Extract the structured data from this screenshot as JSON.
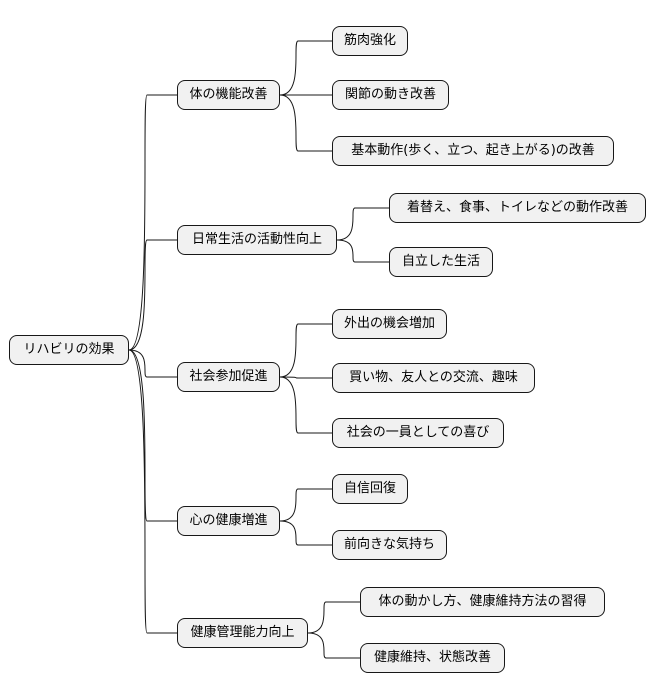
{
  "mindmap": {
    "root": {
      "label": "リハビリの効果"
    },
    "branches": [
      {
        "label": "体の機能改善",
        "children": [
          "筋肉強化",
          "関節の動き改善",
          "基本動作(歩く、立つ、起き上がる)の改善"
        ]
      },
      {
        "label": "日常生活の活動性向上",
        "children": [
          "着替え、食事、トイレなどの動作改善",
          "自立した生活"
        ]
      },
      {
        "label": "社会参加促進",
        "children": [
          "外出の機会増加",
          "買い物、友人との交流、趣味",
          "社会の一員としての喜び"
        ]
      },
      {
        "label": "心の健康増進",
        "children": [
          "自信回復",
          "前向きな気持ち"
        ]
      },
      {
        "label": "健康管理能力向上",
        "children": [
          "体の動かし方、健康維持方法の習得",
          "健康維持、状態改善"
        ]
      }
    ]
  }
}
